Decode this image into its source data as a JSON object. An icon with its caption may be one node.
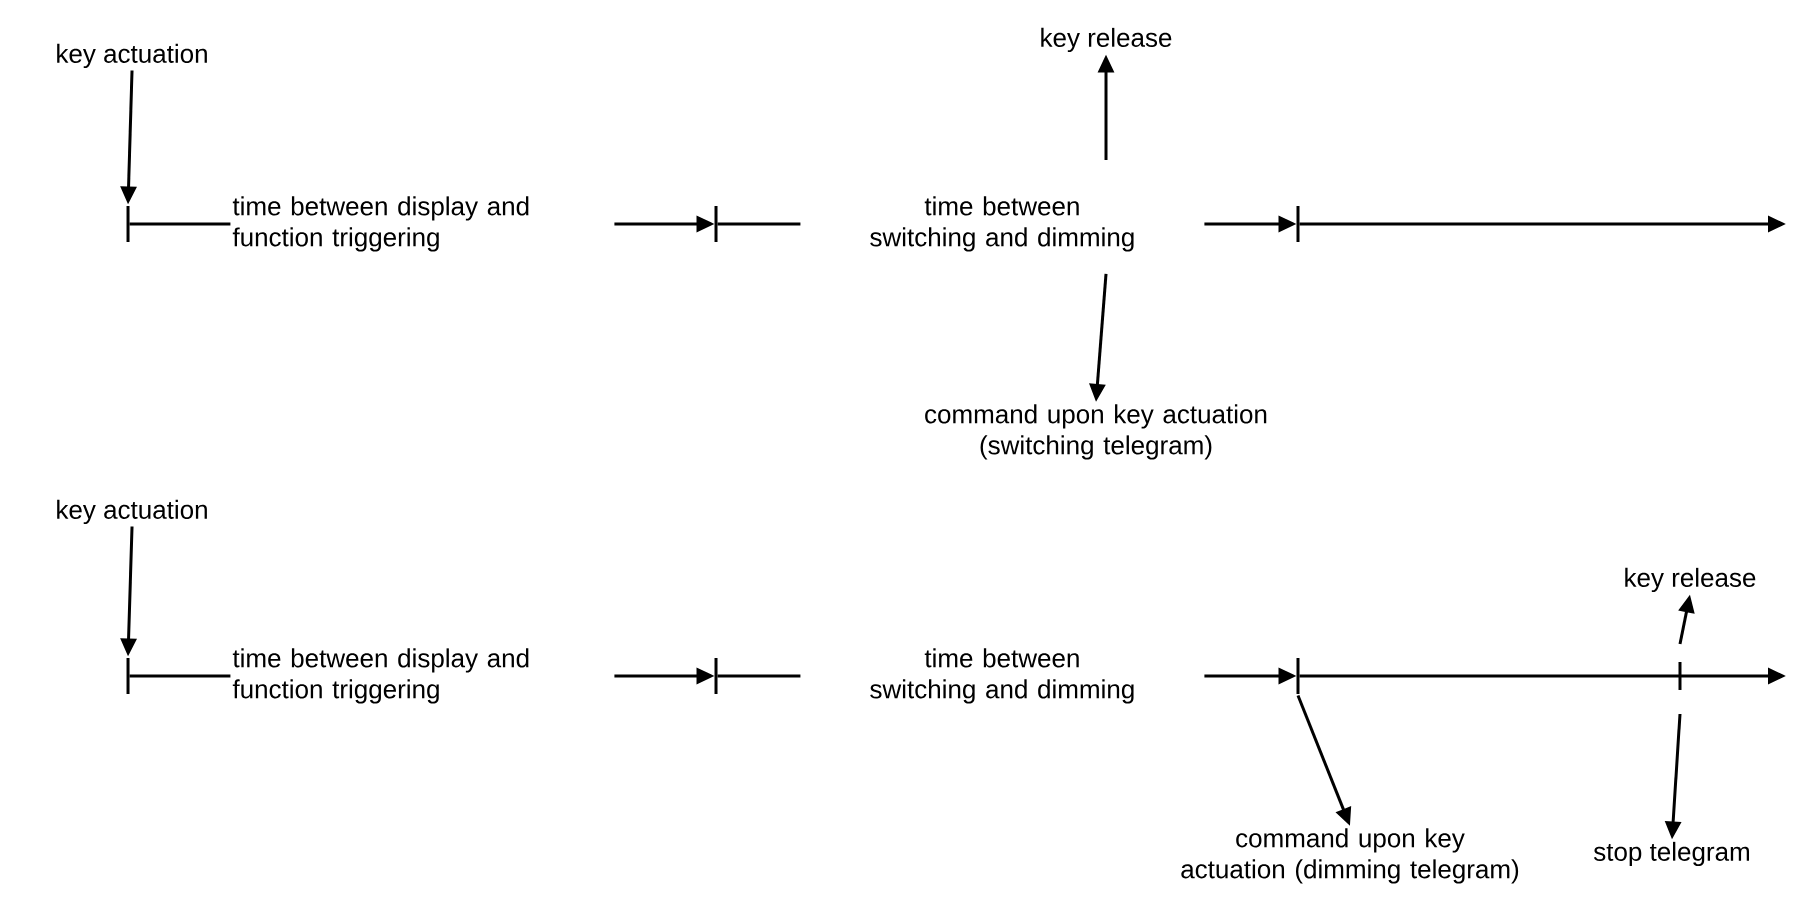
{
  "diagram": {
    "nodes": [
      {
        "text": [
          "key actuation"
        ]
      },
      {
        "text": [],
        "shape": "bar"
      },
      {
        "text": [],
        "shape": "bar"
      },
      {
        "text": [],
        "shape": "bar"
      },
      {
        "text": [
          "key release"
        ]
      },
      {
        "text": [
          "command upon key actuation (switching telegram)"
        ]
      },
      {
        "text": [
          "key actuation"
        ]
      },
      {
        "text": [],
        "shape": "bar"
      },
      {
        "text": [],
        "shape": "bar"
      },
      {
        "text": [],
        "shape": "bar"
      },
      {
        "text": [
          "key release"
        ]
      },
      {
        "text": [
          "command upon key actuation (dimming telegram)"
        ]
      },
      {
        "text": [
          "stop telegram"
        ]
      }
    ],
    "edges": [
      {
        "from": 0,
        "to": 1,
        "arrow": "to"
      },
      {
        "from": 1,
        "to": 2,
        "arrow": "to",
        "label": "time between display and function triggering"
      },
      {
        "from": 2,
        "to": 3,
        "arrow": "to",
        "label": "time between switching and dimming"
      },
      {
        "from": 3,
        "to": null,
        "arrow": "to"
      },
      {
        "from": null,
        "to": 4,
        "arrow": "to"
      },
      {
        "from": null,
        "to": 5,
        "arrow": "to"
      },
      {
        "from": 6,
        "to": 7,
        "arrow": "to"
      },
      {
        "from": 7,
        "to": 8,
        "arrow": "to",
        "label": "time between display and function triggering"
      },
      {
        "from": 8,
        "to": 9,
        "arrow": "to",
        "label": "time between switching and dimming"
      },
      {
        "from": 9,
        "to": null,
        "arrow": "to"
      },
      {
        "from": null,
        "to": 10,
        "arrow": "to"
      },
      {
        "from": 9,
        "to": 11,
        "arrow": "to"
      },
      {
        "from": null,
        "to": 12,
        "arrow": "to"
      }
    ]
  }
}
